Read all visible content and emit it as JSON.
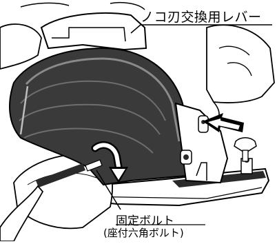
{
  "labels": {
    "lever": "ノコ刃交換用レバー",
    "bolt": "固定ボルト",
    "bolt_sub": "(座付六角ボルト)"
  },
  "colors": {
    "line": "#000000",
    "background": "#ffffff",
    "shade": "#2a2a2a",
    "mid_gray": "#6e6e6e",
    "light_gray": "#bdbdbd"
  },
  "icons": [
    "curved-arrow-icon",
    "arrow-icon"
  ]
}
